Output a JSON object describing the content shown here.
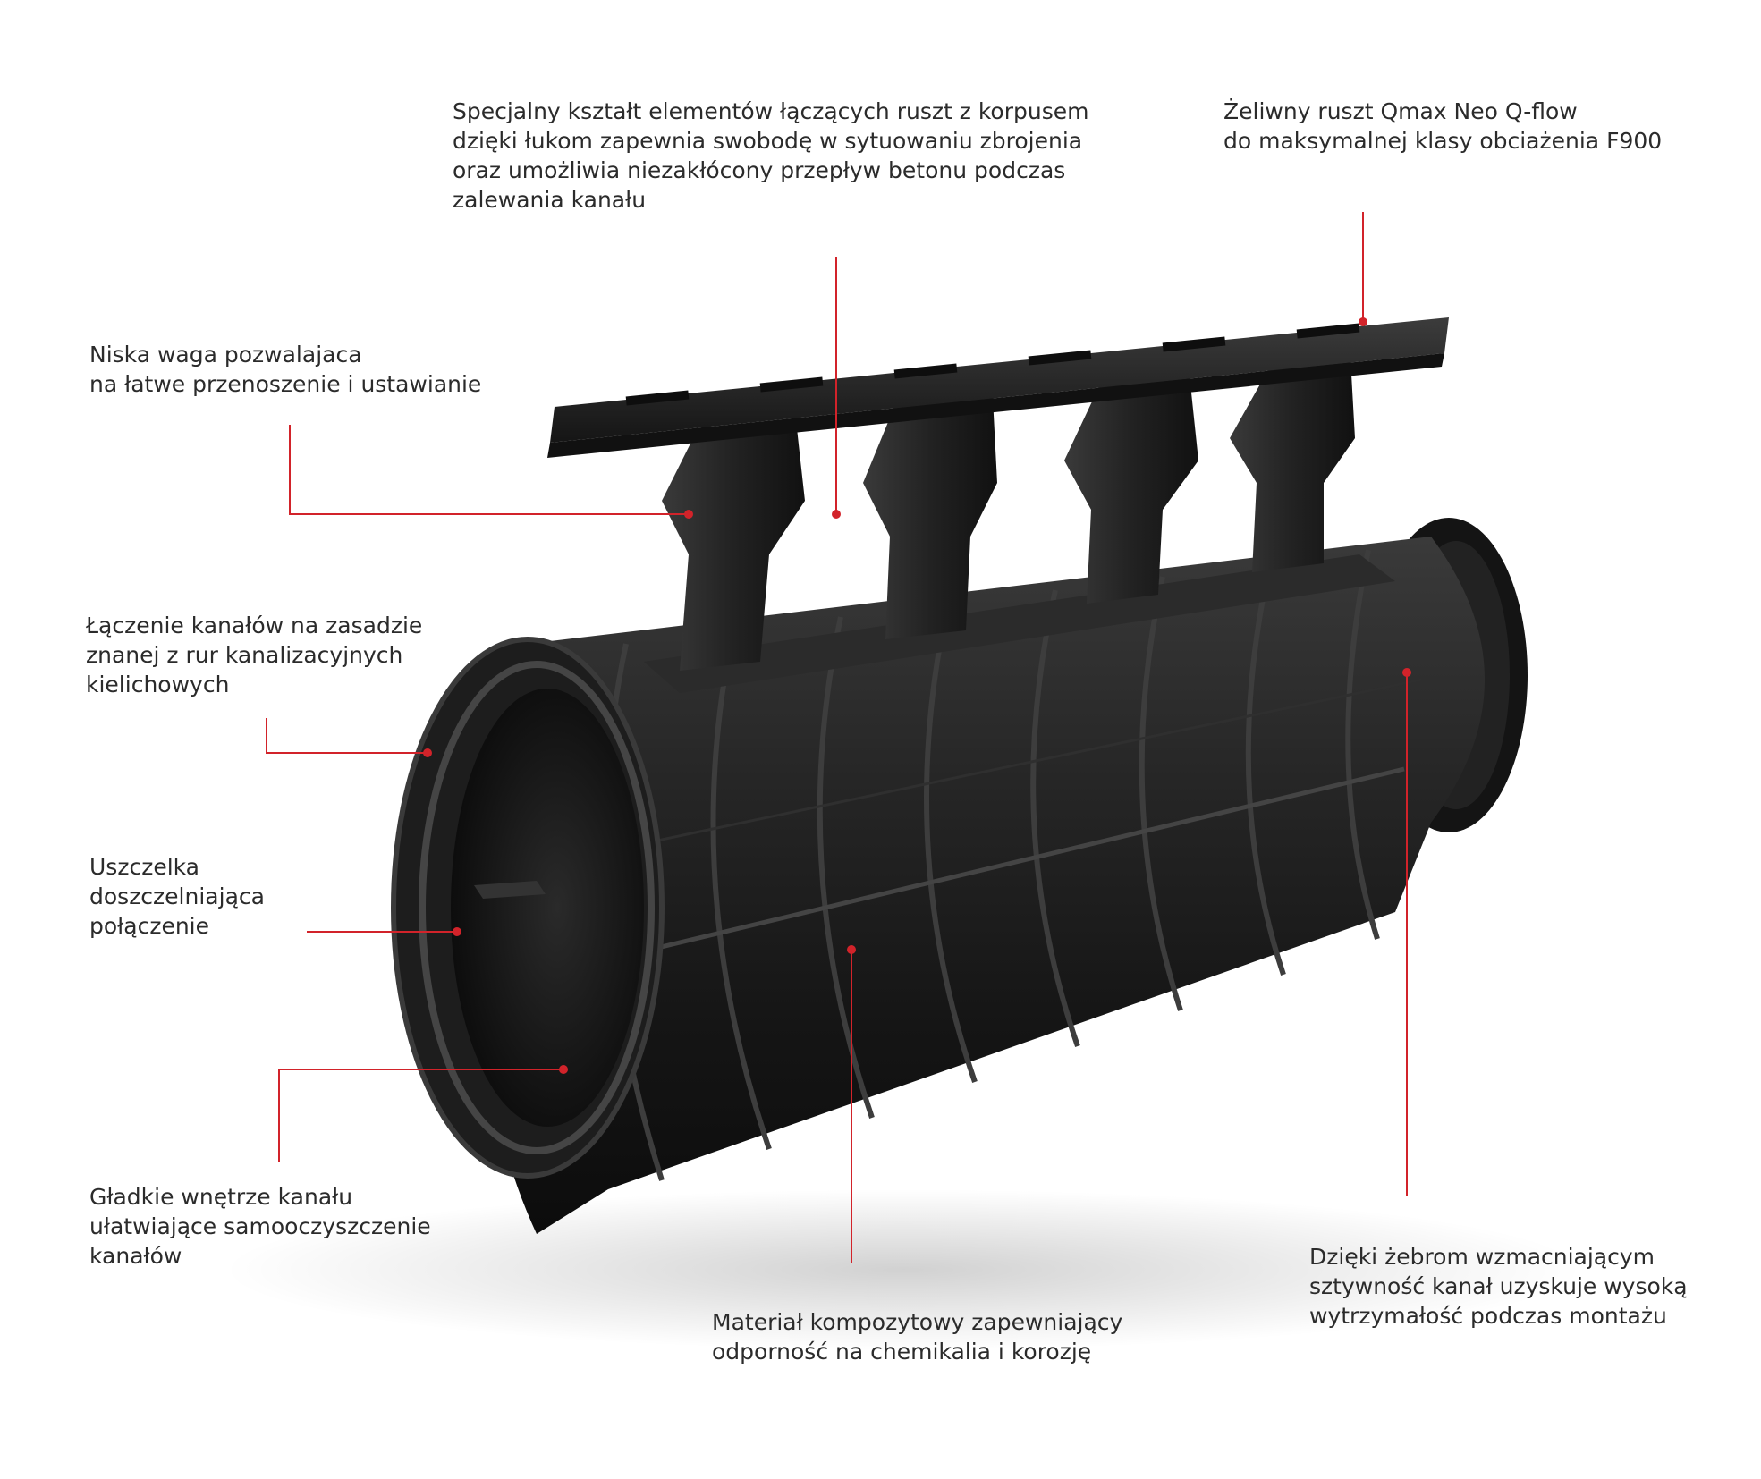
{
  "annotations": [
    {
      "id": "connectors",
      "text": "Specjalny kształt elementów łączących ruszt z korpusem\ndzięki łukom zapewnia swobodę w sytuowaniu zbrojenia\noraz umożliwia niezakłócony przepływ betonu podczas\nzalewania kanału"
    },
    {
      "id": "grate",
      "text": "Żeliwny ruszt Qmax Neo Q-flow\ndo maksymalnej klasy obciażenia F900"
    },
    {
      "id": "weight",
      "text": "Niska waga pozwalajaca\nna łatwe przenoszenie i ustawianie"
    },
    {
      "id": "joining",
      "text": "Łączenie kanałów na zasadzie\nznanej z rur kanalizacyjnych\nkielichowych"
    },
    {
      "id": "seal",
      "text": "Uszczelka\ndoszczelniająca\npołączenie"
    },
    {
      "id": "interior",
      "text": "Gładkie wnętrze kanału\nułatwiające samooczyszczenie\nkanałów"
    },
    {
      "id": "material",
      "text": "Materiał kompozytowy zapewniający\nodporność na chemikalia i korozję"
    },
    {
      "id": "ribs",
      "text": "Dzięki żebrom wzmacniającym\nsztywność kanał uzyskuje wysoką\nwytrzymałość podczas montażu"
    }
  ],
  "colors": {
    "background": "#ffffff",
    "text": "#2b2b2b",
    "leader_line": "#d2232a",
    "product_body": "#1c1c1c",
    "product_highlight": "#4a4a4a"
  },
  "icons": [
    "leader-dot"
  ]
}
